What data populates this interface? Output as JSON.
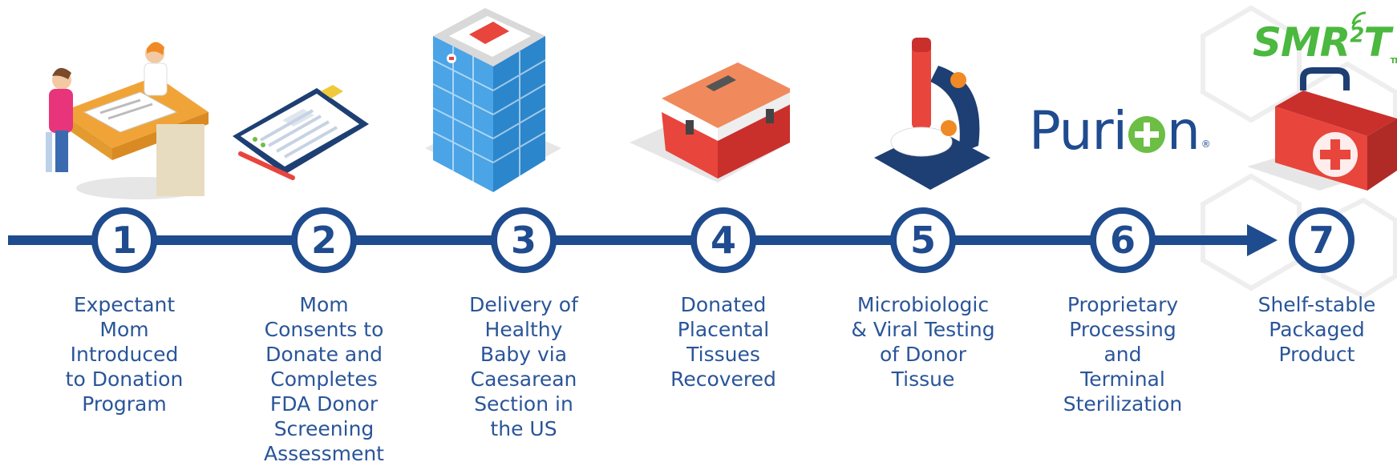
{
  "steps": [
    {
      "number": "1",
      "label": "Expectant\nMom\nIntroduced\nto Donation\nProgram",
      "icon": "doctor-consultation-icon"
    },
    {
      "number": "2",
      "label": "Mom\nConsents to\nDonate and\nCompletes\nFDA Donor\nScreening\nAssessment",
      "icon": "clipboard-form-icon"
    },
    {
      "number": "3",
      "label": "Delivery of\nHealthy\nBaby via\nCaesarean\nSection in\nthe US",
      "icon": "hospital-building-icon"
    },
    {
      "number": "4",
      "label": "Donated\nPlacental\nTissues\nRecovered",
      "icon": "cooler-box-icon"
    },
    {
      "number": "5",
      "label": "Microbiologic\n& Viral Testing\nof Donor\nTissue",
      "icon": "microscope-icon"
    },
    {
      "number": "6",
      "label": "Proprietary\nProcessing\nand\nTerminal\nSterilization",
      "icon": "purion-logo"
    },
    {
      "number": "7",
      "label": "Shelf-stable\nPackaged\nProduct",
      "icon": "first-aid-kit-icon"
    }
  ],
  "logos": {
    "purion": {
      "pre": "Puri",
      "post": "n",
      "reg": "®"
    },
    "smr2t": {
      "text": "SMR",
      "sup": "2",
      "post": "T",
      "tm": "TM"
    }
  },
  "colors": {
    "primary": "#1f4b8f",
    "label": "#2a5599",
    "red": "#e8453c",
    "green": "#6cbe45"
  }
}
